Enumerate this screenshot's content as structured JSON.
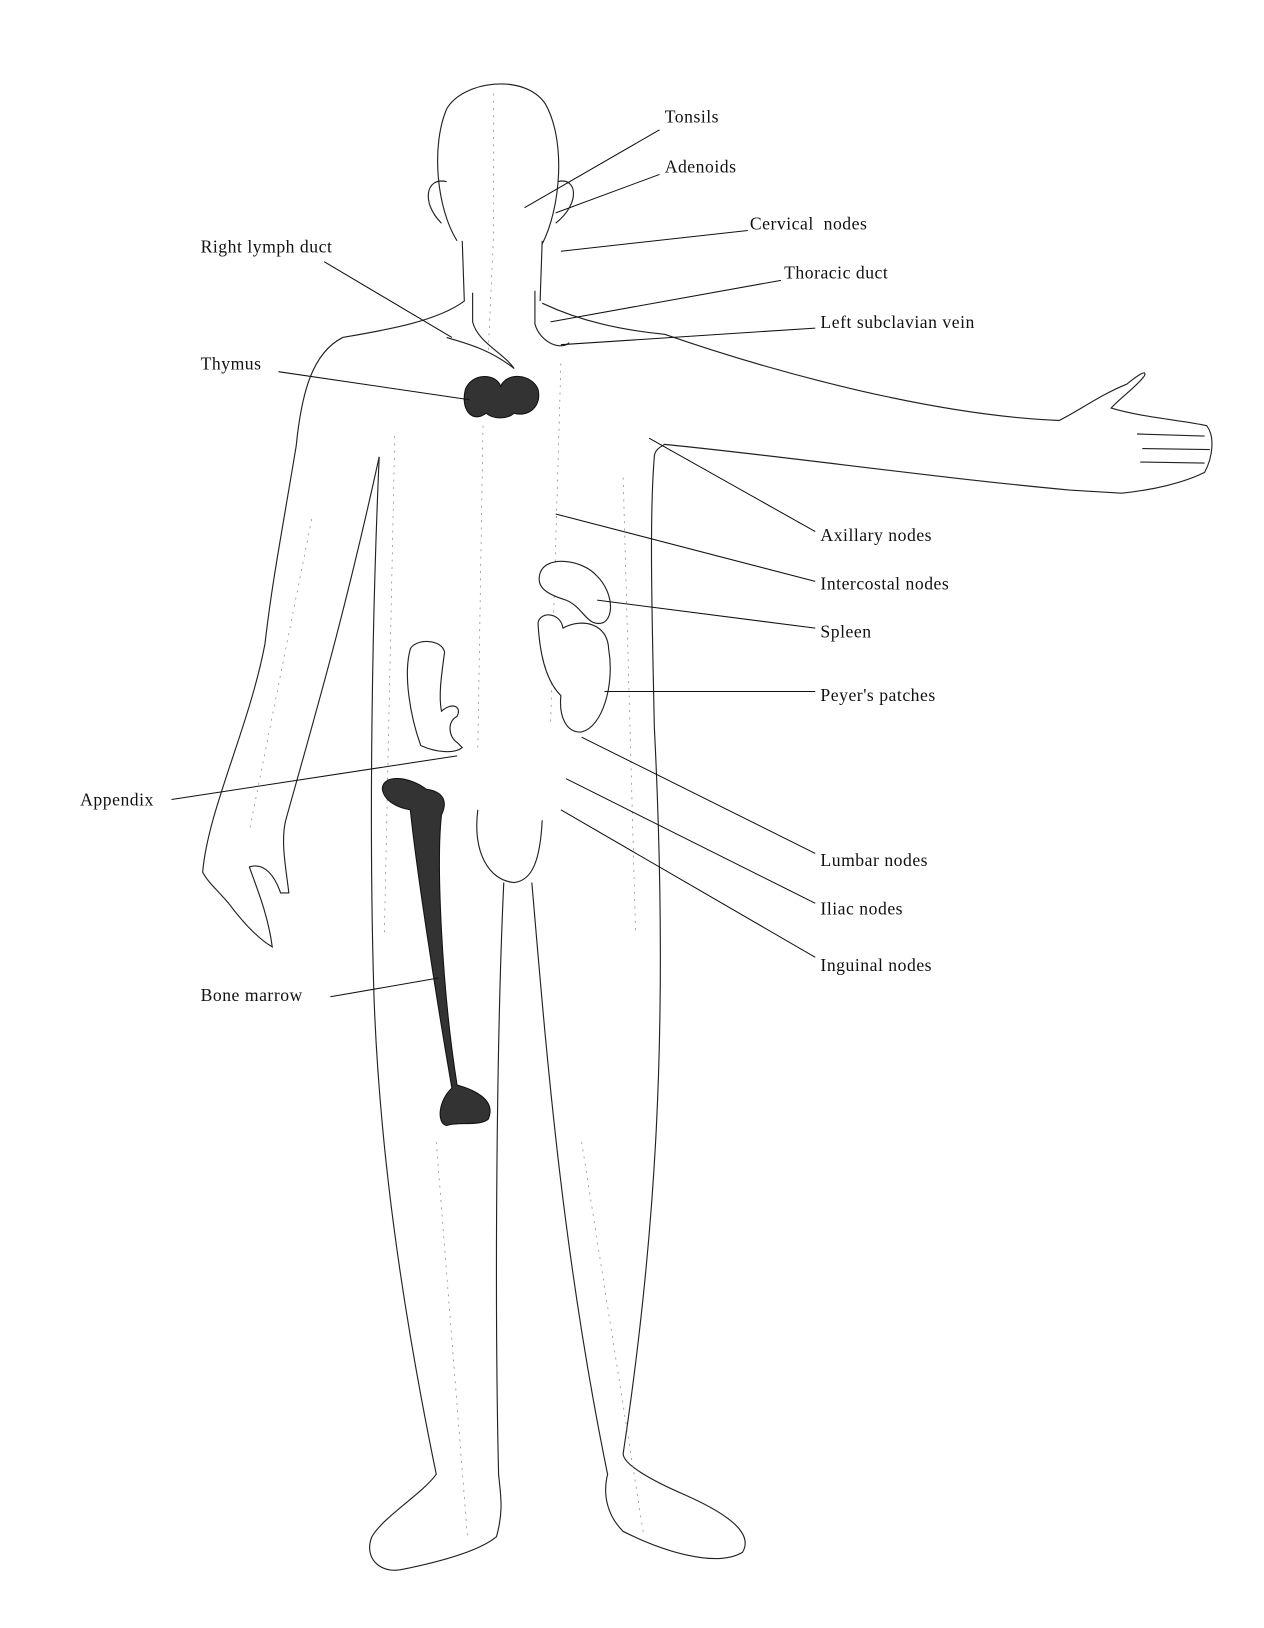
{
  "diagram": {
    "title": "Lymphatic system",
    "labels": {
      "tonsils": "Tonsils",
      "adenoids": "Adenoids",
      "cervical_nodes": "Cervical  nodes",
      "thoracic_duct": "Thoracic duct",
      "left_subclavian_vein": "Left subclavian vein",
      "right_lymph_duct": "Right lymph duct",
      "thymus": "Thymus",
      "axillary_nodes": "Axillary nodes",
      "intercostal_nodes": "Intercostal nodes",
      "spleen": "Spleen",
      "peyers_patches": "Peyer's patches",
      "appendix": "Appendix",
      "lumbar_nodes": "Lumbar nodes",
      "iliac_nodes": "Iliac nodes",
      "inguinal_nodes": "Inguinal nodes",
      "bone_marrow": "Bone marrow"
    },
    "colors": {
      "outline": "#222222",
      "organ_fill": "#333333",
      "background": "#ffffff"
    }
  }
}
